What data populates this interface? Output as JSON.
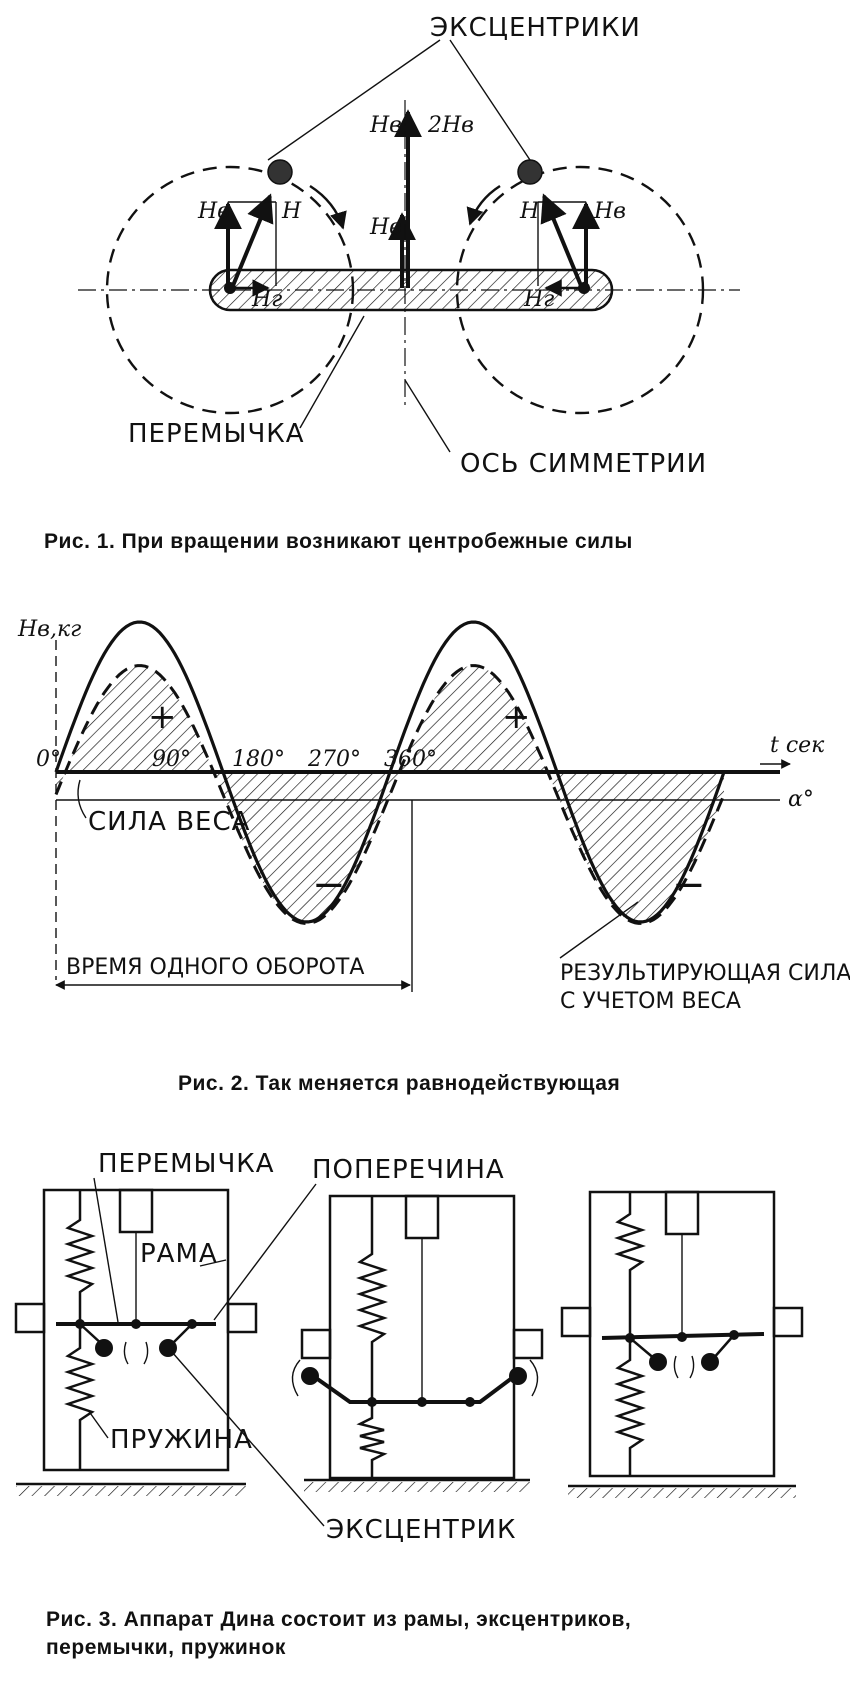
{
  "fig1": {
    "label_eccentrics": "ЭКСЦЕНТРИКИ",
    "label_bridge": "ПЕРЕМЫЧКА",
    "label_axis": "ОСЬ СИММЕТРИИ",
    "sym_Hv": "Нв",
    "sym_2Hv": "2Нв",
    "sym_H": "Н",
    "sym_Hg": "Нг",
    "caption": "Рис. 1. При вращении возникают центробежные силы"
  },
  "fig2": {
    "ylabel": "Нв,кг",
    "xlabel": "t сек",
    "alpha": "α°",
    "ticks": [
      "0°",
      "90°",
      "180°",
      "270°",
      "360°"
    ],
    "plus": "+",
    "minus": "−",
    "label_weight": "СИЛА ВЕСА",
    "label_period": "ВРЕМЯ ОДНОГО ОБОРОТА",
    "label_result_1": "РЕЗУЛЬТИРУЮЩАЯ СИЛА",
    "label_result_2": "С УЧЕТОМ ВЕСА",
    "caption": "Рис. 2. Так меняется равнодействующая"
  },
  "chart_data": {
    "type": "line",
    "x": [
      0,
      90,
      180,
      270,
      360,
      450,
      540,
      630,
      720
    ],
    "series": [
      {
        "values": [
          0,
          1,
          0,
          -1,
          0,
          1,
          0,
          -1,
          0
        ]
      }
    ],
    "xlabel": "t сек",
    "ylabel": "Нв,кг",
    "x_ticks": [
      "0°",
      "90°",
      "180°",
      "270°",
      "360°"
    ],
    "weight_offset": -0.15
  },
  "fig3": {
    "label_bridge": "ПЕРЕМЫЧКА",
    "label_crossbar": "ПОПЕРЕЧИНА",
    "label_frame": "РАМА",
    "label_spring": "ПРУЖИНА",
    "label_eccentric": "ЭКСЦЕНТРИК",
    "caption_1": "Рис. 3. Аппарат Дина состоит из рамы, эксцентриков,",
    "caption_2": "перемычки, пружинок"
  }
}
